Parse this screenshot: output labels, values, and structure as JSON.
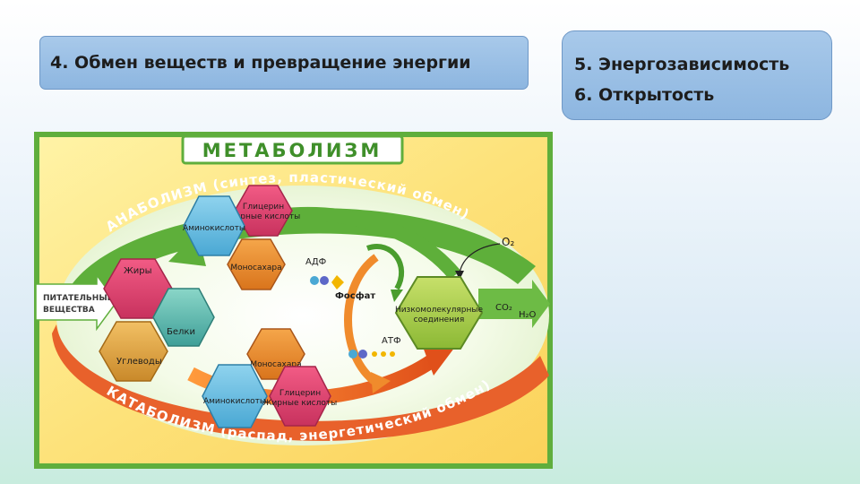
{
  "box1": {
    "text": "4. Обмен веществ и превращение энергии"
  },
  "box2": {
    "line1": "5. Энергозависимость",
    "line2": "6. Открытость"
  },
  "diagram": {
    "title": "МЕТАБОЛИЗМ",
    "anabolism": "АНАБОЛИЗМ (синтез, пластический обмен)",
    "catabolism": "КАТАБОЛИЗМ (распад, энергетический обмен)",
    "input": {
      "line1": "ПИТАТЕЛЬНЫЕ",
      "line2": "ВЕЩЕСТВА"
    },
    "top_glycerol": {
      "line1": "Глицерин",
      "line2": "Жирные кислоты"
    },
    "top_amino": "Аминокислоты",
    "top_mono": "Моносахара",
    "fats": "Жиры",
    "proteins": "Белки",
    "carbs": "Углеводы",
    "bot_mono": "Моносахара",
    "bot_amino": "Аминокислоты",
    "bot_glycerol": {
      "line1": "Глицерин",
      "line2": "Жирные кислоты"
    },
    "lowmol": {
      "line1": "Низкомолекулярные",
      "line2": "соединения"
    },
    "adp": "АДФ",
    "phosphate": "Фосфат",
    "atp": "АТФ",
    "o2": "O₂",
    "co2": "CO₂",
    "h2o": "H₂O",
    "colors": {
      "frame": "#6dbb45",
      "anabolism": "#4a9d2e",
      "catabolism": "#e8612b"
    }
  }
}
